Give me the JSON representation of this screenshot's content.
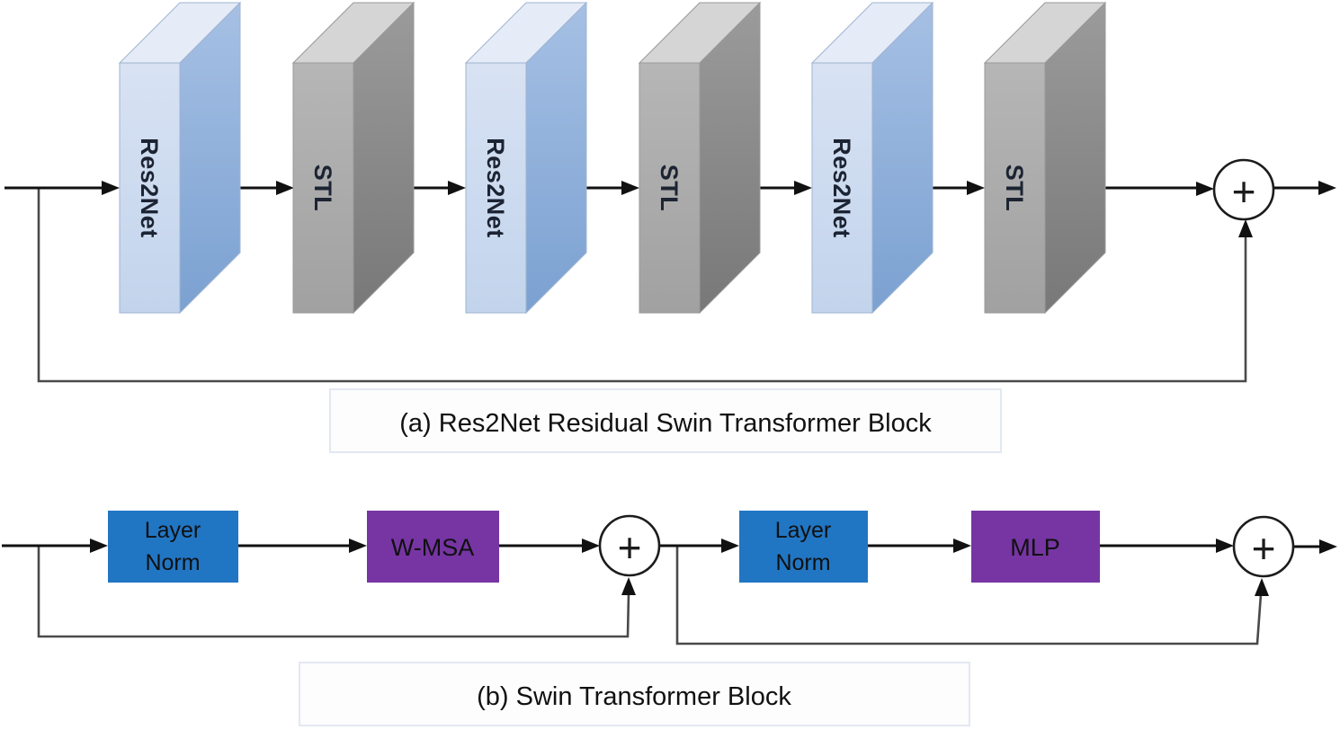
{
  "diagram_a": {
    "caption": "(a) Res2Net Residual Swin Transformer Block",
    "blocks": [
      {
        "label": "Res2Net",
        "type": "res2net"
      },
      {
        "label": "STL",
        "type": "stl"
      },
      {
        "label": "Res2Net",
        "type": "res2net"
      },
      {
        "label": "STL",
        "type": "stl"
      },
      {
        "label": "Res2Net",
        "type": "res2net"
      },
      {
        "label": "STL",
        "type": "stl"
      }
    ],
    "adder": "+"
  },
  "diagram_b": {
    "caption": "(b)  Swin Transformer Block",
    "layer_norm_1": {
      "line1": "Layer",
      "line2": "Norm"
    },
    "wmsa": {
      "label": "W-MSA"
    },
    "layer_norm_2": {
      "line1": "Layer",
      "line2": "Norm"
    },
    "mlp": {
      "label": "MLP"
    },
    "adder_1": "+",
    "adder_2": "+"
  },
  "colors": {
    "res2net_top": "#e5ecf7",
    "res2net_front_top": "#d8e2f3",
    "res2net_front_bottom": "#c2d4ec",
    "res2net_side_top": "#a6c0e4",
    "res2net_side_bottom": "#7ba1d1",
    "stl_top": "#d5d5d5",
    "stl_front_top": "#b6b6b6",
    "stl_front_bottom": "#a1a1a1",
    "stl_side_top": "#9b9b9b",
    "stl_side_bottom": "#787878",
    "layer_norm_fill": "#2176c4",
    "wmsa_fill": "#7635a3",
    "mlp_fill": "#7635a3",
    "arrow": "#111111",
    "skip_line": "#4a4a4a",
    "adder_stroke": "#1c1c1c",
    "block_text": "#1c2433",
    "box_text": "#101010",
    "caption_text": "#111111",
    "caption_border": "#e3e8f1"
  }
}
